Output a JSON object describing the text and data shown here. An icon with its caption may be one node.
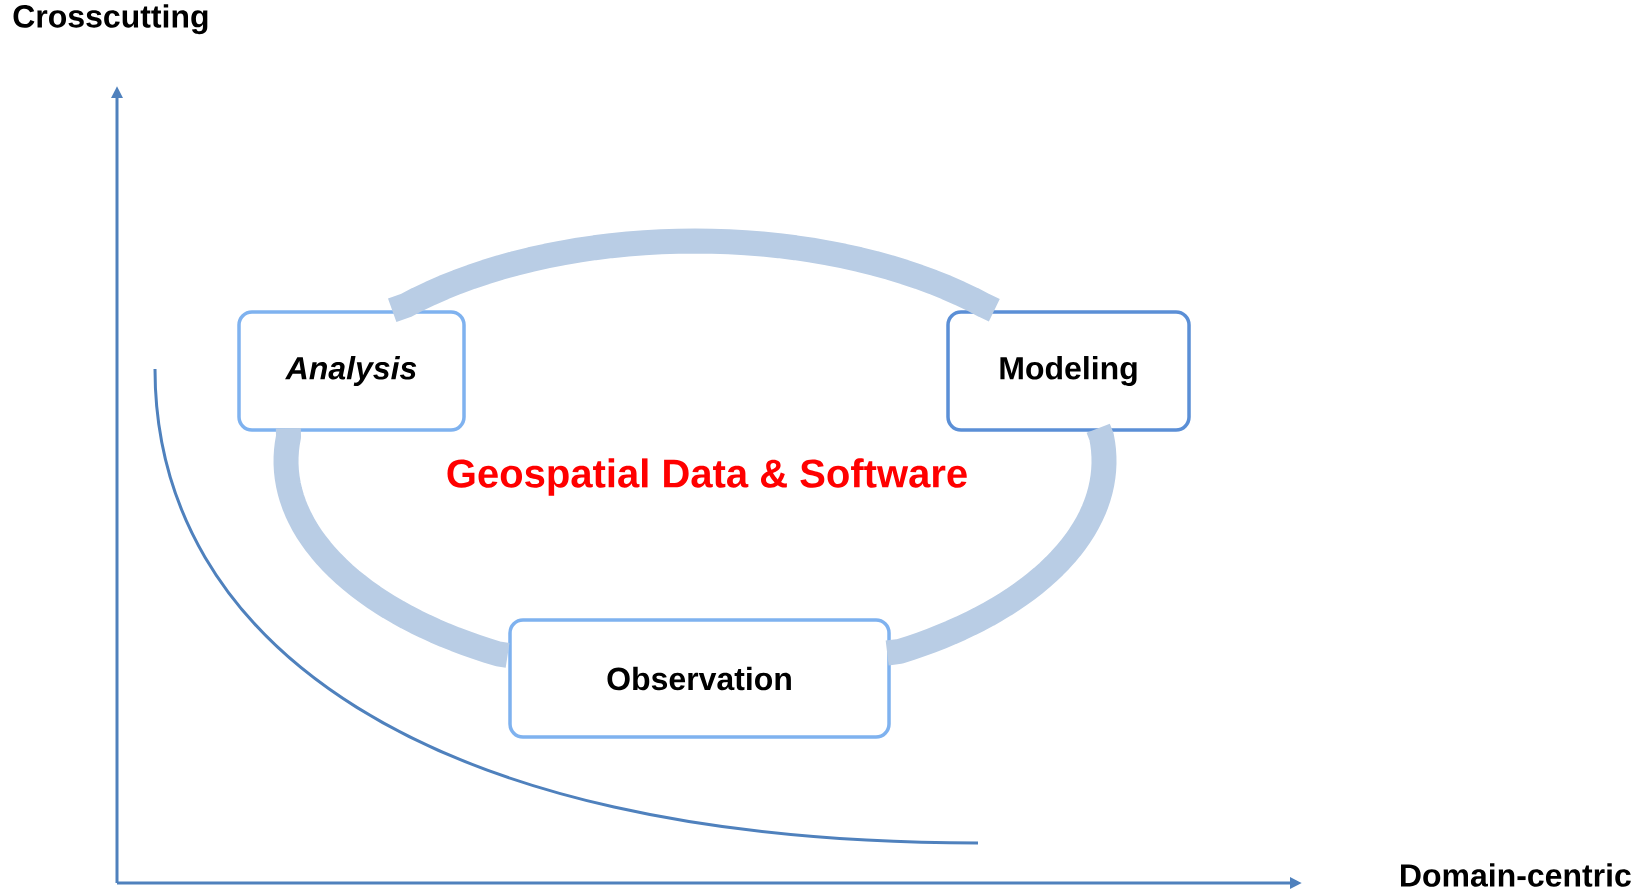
{
  "diagram": {
    "nodes": [
      {
        "text": [
          "Analysis"
        ]
      },
      {
        "text": [
          "Modeling"
        ]
      },
      {
        "text": [
          "Observation"
        ]
      }
    ],
    "edges": [
      {
        "from": 0,
        "to": 1,
        "arrow": "none"
      },
      {
        "from": 1,
        "to": 2,
        "arrow": "none"
      },
      {
        "from": 2,
        "to": 0,
        "arrow": "none"
      }
    ],
    "labels": [
      "Crosscutting",
      "Geospatial Data & Software",
      "Domain-centric"
    ]
  }
}
